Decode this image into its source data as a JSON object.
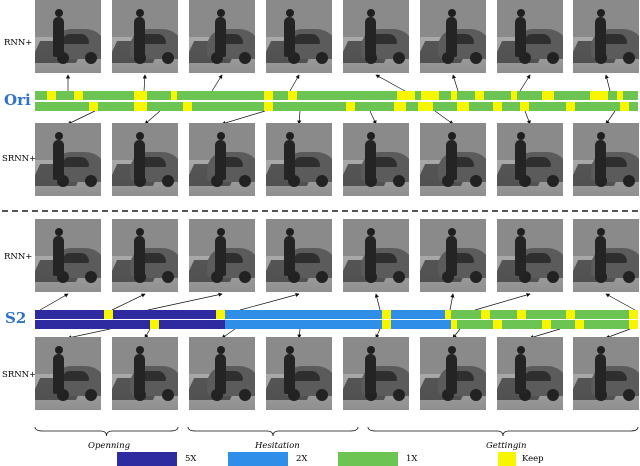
{
  "row_labels": {
    "rnn_top": "RNN+",
    "srnn_top": "SRNN+",
    "rnn_bottom": "RNN+",
    "srnn_bottom": "SRNN+"
  },
  "section_labels": {
    "ori": "Ori",
    "s2": "S2"
  },
  "phases": [
    "Openning",
    "Hesitation",
    "Gettingin"
  ],
  "legend": [
    {
      "label": "5X",
      "color": "#2e2aa0"
    },
    {
      "label": "2X",
      "color": "#2f8fe8"
    },
    {
      "label": "1X",
      "color": "#6cc553"
    },
    {
      "label": "Keep",
      "color": "#f7f500"
    }
  ],
  "colors": {
    "keep": "#f7f500",
    "x1": "#6cc553",
    "x2": "#2f8fe8",
    "x5": "#2e2aa0",
    "section_label": "#2f73c8"
  },
  "ori_bar1": [
    [
      "x1",
      0,
      0.02
    ],
    [
      "keep",
      0.02,
      0.035
    ],
    [
      "x1",
      0.035,
      0.065
    ],
    [
      "keep",
      0.065,
      0.08
    ],
    [
      "x1",
      0.08,
      0.165
    ],
    [
      "keep",
      0.165,
      0.185
    ],
    [
      "x1",
      0.185,
      0.225
    ],
    [
      "keep",
      0.225,
      0.235
    ],
    [
      "x1",
      0.235,
      0.38
    ],
    [
      "keep",
      0.38,
      0.395
    ],
    [
      "x1",
      0.395,
      0.42
    ],
    [
      "keep",
      0.42,
      0.435
    ],
    [
      "x1",
      0.435,
      0.6
    ],
    [
      "keep",
      0.6,
      0.63
    ],
    [
      "x1",
      0.63,
      0.64
    ],
    [
      "keep",
      0.64,
      0.67
    ],
    [
      "x1",
      0.67,
      0.69
    ],
    [
      "keep",
      0.69,
      0.7
    ],
    [
      "x1",
      0.7,
      0.73
    ],
    [
      "keep",
      0.73,
      0.745
    ],
    [
      "x1",
      0.745,
      0.79
    ],
    [
      "keep",
      0.79,
      0.8
    ],
    [
      "x1",
      0.8,
      0.84
    ],
    [
      "keep",
      0.84,
      0.86
    ],
    [
      "x1",
      0.86,
      0.92
    ],
    [
      "keep",
      0.92,
      0.95
    ],
    [
      "x1",
      0.95,
      0.965
    ],
    [
      "keep",
      0.965,
      0.975
    ],
    [
      "x1",
      0.975,
      1
    ]
  ],
  "ori_bar2": [
    [
      "x1",
      0,
      0.09
    ],
    [
      "keep",
      0.09,
      0.105
    ],
    [
      "x1",
      0.105,
      0.165
    ],
    [
      "keep",
      0.165,
      0.185
    ],
    [
      "x1",
      0.185,
      0.245
    ],
    [
      "keep",
      0.245,
      0.26
    ],
    [
      "x1",
      0.26,
      0.38
    ],
    [
      "keep",
      0.38,
      0.395
    ],
    [
      "x1",
      0.395,
      0.515
    ],
    [
      "keep",
      0.515,
      0.53
    ],
    [
      "x1",
      0.53,
      0.595
    ],
    [
      "keep",
      0.595,
      0.615
    ],
    [
      "x1",
      0.615,
      0.635
    ],
    [
      "keep",
      0.635,
      0.66
    ],
    [
      "x1",
      0.66,
      0.7
    ],
    [
      "keep",
      0.7,
      0.72
    ],
    [
      "x1",
      0.72,
      0.76
    ],
    [
      "keep",
      0.76,
      0.775
    ],
    [
      "x1",
      0.775,
      0.805
    ],
    [
      "keep",
      0.805,
      0.82
    ],
    [
      "x1",
      0.82,
      0.88
    ],
    [
      "keep",
      0.88,
      0.895
    ],
    [
      "x1",
      0.895,
      0.97
    ],
    [
      "keep",
      0.97,
      0.985
    ],
    [
      "x1",
      0.985,
      1
    ]
  ],
  "s2_bar1": [
    [
      "x5",
      0,
      0.115
    ],
    [
      "keep",
      0.115,
      0.13
    ],
    [
      "x5",
      0.13,
      0.3
    ],
    [
      "keep",
      0.3,
      0.315
    ],
    [
      "x2",
      0.315,
      0.575
    ],
    [
      "keep",
      0.575,
      0.59
    ],
    [
      "x2",
      0.59,
      0.68
    ],
    [
      "keep",
      0.68,
      0.69
    ],
    [
      "x1",
      0.69,
      0.74
    ],
    [
      "keep",
      0.74,
      0.755
    ],
    [
      "x1",
      0.755,
      0.8
    ],
    [
      "keep",
      0.8,
      0.815
    ],
    [
      "x1",
      0.815,
      0.88
    ],
    [
      "keep",
      0.88,
      0.895
    ],
    [
      "x1",
      0.895,
      0.985
    ],
    [
      "keep",
      0.985,
      1
    ]
  ],
  "s2_bar2": [
    [
      "x5",
      0,
      0.19
    ],
    [
      "keep",
      0.19,
      0.205
    ],
    [
      "x5",
      0.205,
      0.315
    ],
    [
      "x2",
      0.315,
      0.575
    ],
    [
      "keep",
      0.575,
      0.59
    ],
    [
      "x2",
      0.59,
      0.69
    ],
    [
      "keep",
      0.69,
      0.7
    ],
    [
      "x1",
      0.7,
      0.76
    ],
    [
      "keep",
      0.76,
      0.775
    ],
    [
      "x1",
      0.775,
      0.84
    ],
    [
      "keep",
      0.84,
      0.855
    ],
    [
      "x1",
      0.855,
      0.895
    ],
    [
      "keep",
      0.895,
      0.91
    ],
    [
      "x1",
      0.91,
      0.985
    ],
    [
      "keep",
      0.985,
      1
    ]
  ]
}
